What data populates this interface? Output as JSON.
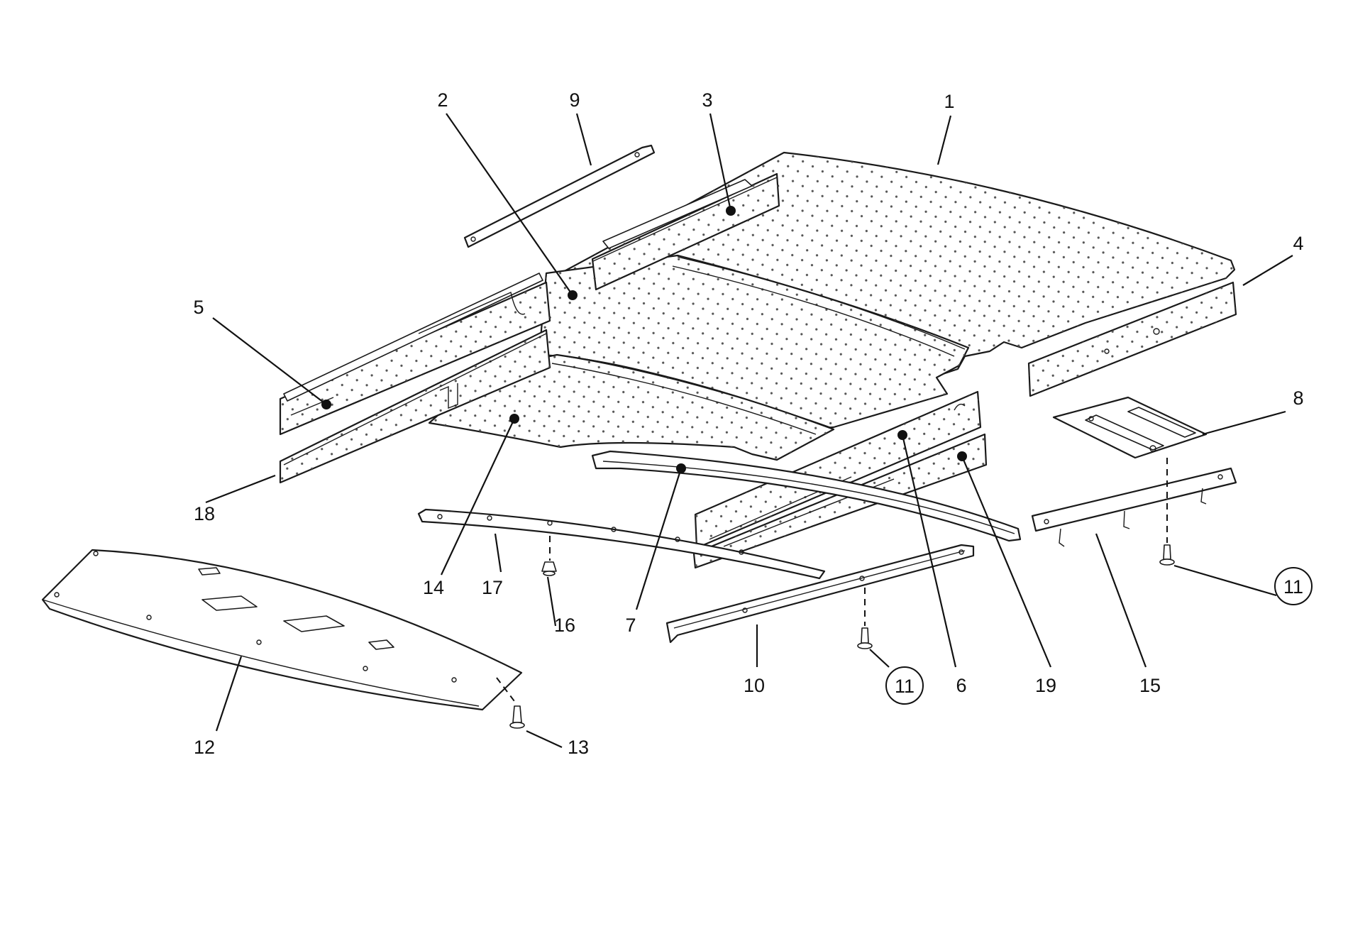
{
  "diagram": {
    "type": "exploded-parts-diagram",
    "callouts": [
      {
        "id": "c1",
        "label": "1",
        "circled": false
      },
      {
        "id": "c2",
        "label": "2",
        "circled": false
      },
      {
        "id": "c3",
        "label": "3",
        "circled": false
      },
      {
        "id": "c4",
        "label": "4",
        "circled": false
      },
      {
        "id": "c5",
        "label": "5",
        "circled": false
      },
      {
        "id": "c6",
        "label": "6",
        "circled": false
      },
      {
        "id": "c7",
        "label": "7",
        "circled": false
      },
      {
        "id": "c8",
        "label": "8",
        "circled": false
      },
      {
        "id": "c9",
        "label": "9",
        "circled": false
      },
      {
        "id": "c10",
        "label": "10",
        "circled": false
      },
      {
        "id": "c11a",
        "label": "11",
        "circled": true
      },
      {
        "id": "c11b",
        "label": "11",
        "circled": true
      },
      {
        "id": "c12",
        "label": "12",
        "circled": false
      },
      {
        "id": "c13",
        "label": "13",
        "circled": false
      },
      {
        "id": "c14",
        "label": "14",
        "circled": false
      },
      {
        "id": "c15",
        "label": "15",
        "circled": false
      },
      {
        "id": "c16",
        "label": "16",
        "circled": false
      },
      {
        "id": "c17",
        "label": "17",
        "circled": false
      },
      {
        "id": "c18",
        "label": "18",
        "circled": false
      },
      {
        "id": "c19",
        "label": "19",
        "circled": false
      }
    ]
  }
}
